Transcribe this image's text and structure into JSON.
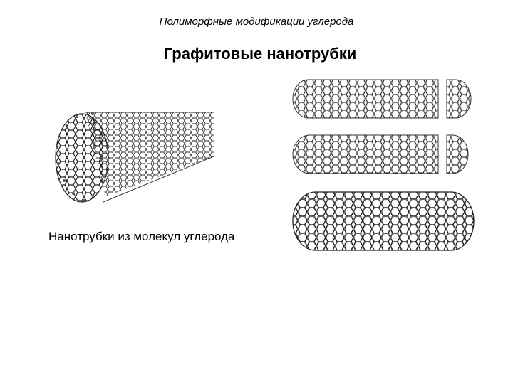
{
  "header": {
    "subtitle": "Полиморфные модификации углерода",
    "title": "Графитовые нанотрубки"
  },
  "caption": "Нанотрубки из молекул углерода",
  "colors": {
    "background": "#ffffff",
    "lattice_dark": "#333333",
    "atom_fill": "#6f6f6f"
  },
  "icons": [
    "nanotube-side-view-illustration",
    "capped-nanotubes-illustration"
  ]
}
